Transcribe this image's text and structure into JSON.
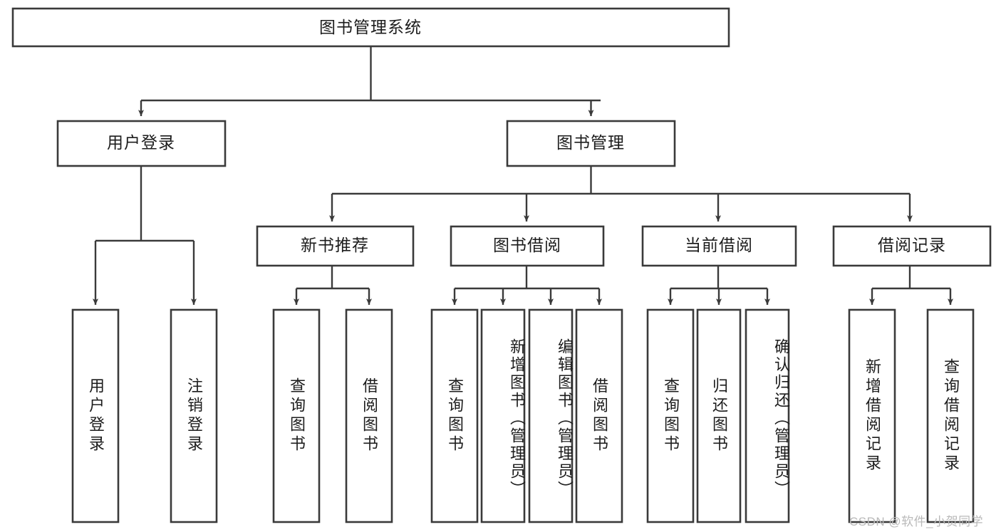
{
  "diagram": {
    "type": "hierarchy-tree",
    "title": "图书管理系统",
    "root": {
      "label": "图书管理系统"
    },
    "level2": [
      {
        "label": "用户登录"
      },
      {
        "label": "图书管理"
      }
    ],
    "level3": [
      {
        "label": "新书推荐"
      },
      {
        "label": "图书借阅"
      },
      {
        "label": "当前借阅"
      },
      {
        "label": "借阅记录"
      }
    ],
    "leaves": {
      "user_login": [
        {
          "label": "用户登录"
        },
        {
          "label": "注销登录"
        }
      ],
      "new_book_recommend": [
        {
          "label": "查询图书"
        },
        {
          "label": "借阅图书"
        }
      ],
      "book_borrow": [
        {
          "label": "查询图书"
        },
        {
          "label": "新增图书（管理员）"
        },
        {
          "label": "编辑图书（管理员）"
        },
        {
          "label": "借阅图书"
        }
      ],
      "current_borrow": [
        {
          "label": "查询图书"
        },
        {
          "label": "归还图书"
        },
        {
          "label": "确认归还（管理员）"
        }
      ],
      "borrow_record": [
        {
          "label": "新增借阅记录"
        },
        {
          "label": "查询借阅记录"
        }
      ]
    },
    "watermark": "CSDN @软件_小贺同学",
    "colors": {
      "box_stroke": "#3a3a3a",
      "box_fill": "#ffffff",
      "text": "#1c1c1c",
      "connector": "#3a3a3a",
      "watermark": "#b9b9b9",
      "background": "#ffffff"
    }
  }
}
